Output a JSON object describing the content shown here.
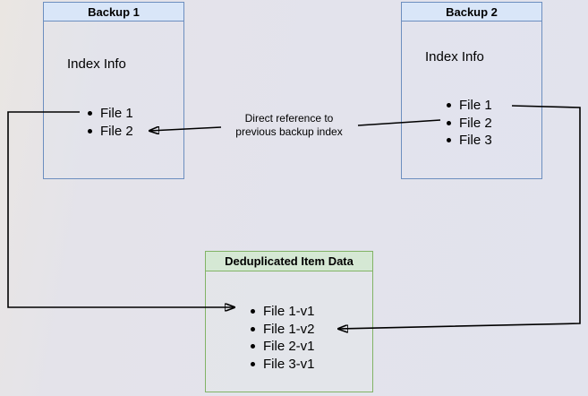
{
  "diagram": {
    "backup1": {
      "title": "Backup 1",
      "subtitle": "Index Info",
      "items": [
        "File 1",
        "File 2"
      ]
    },
    "backup2": {
      "title": "Backup 2",
      "subtitle": "Index Info",
      "items": [
        "File 1",
        "File 2",
        "File 3"
      ]
    },
    "dedup": {
      "title": "Deduplicated Item Data",
      "items": [
        "File 1-v1",
        "File 1-v2",
        "File 2-v1",
        "File 3-v1"
      ]
    },
    "reference_label": {
      "line1": "Direct reference to",
      "line2": "previous backup index"
    }
  },
  "colors": {
    "blue_header_fill": "#d9e6f8",
    "blue_border": "#6c8ebf",
    "green_header_fill": "#d5e8d4",
    "green_border": "#82b366",
    "connector": "#000000",
    "background": "#e3e3ec"
  }
}
